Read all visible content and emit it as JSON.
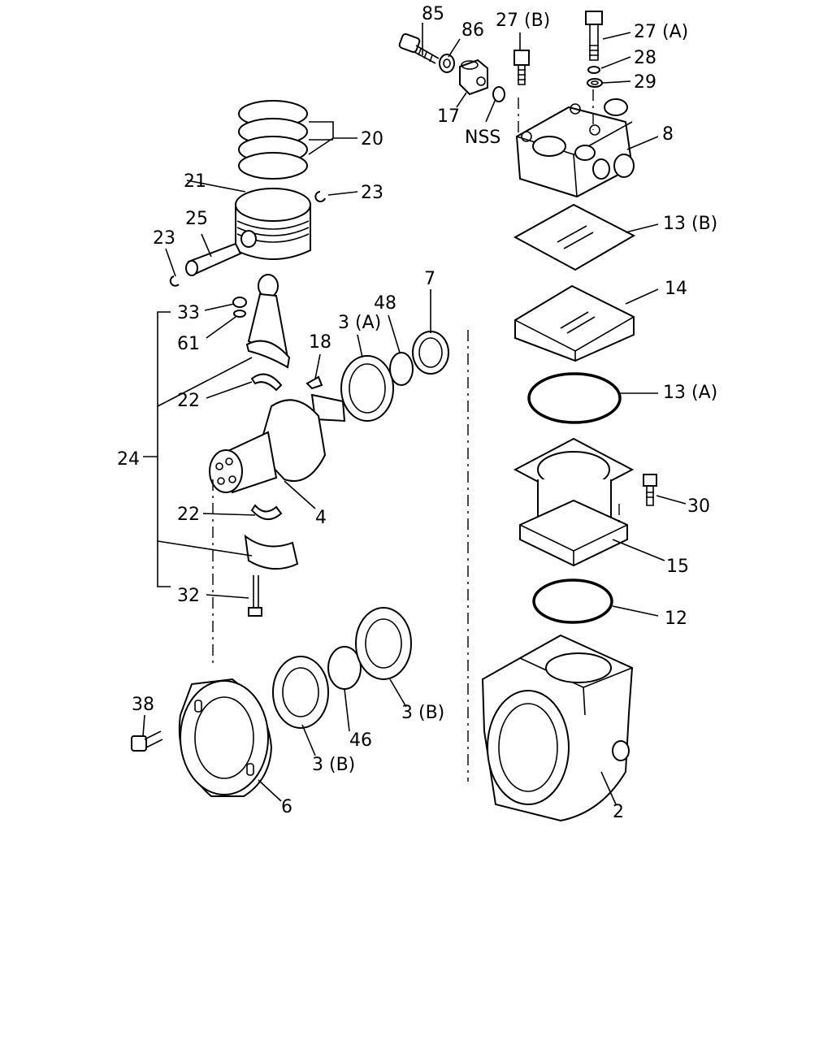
{
  "labels": {
    "l85": "85",
    "l86": "86",
    "l27b": "27 (B)",
    "l27a": "27 (A)",
    "l28": "28",
    "l29": "29",
    "l17": "17",
    "lnss": "NSS",
    "l8": "8",
    "l20": "20",
    "l21": "21",
    "l23a": "23",
    "l25": "25",
    "l23b": "23",
    "l13b": "13 (B)",
    "l14": "14",
    "l13a": "13 (A)",
    "l33": "33",
    "l61": "61",
    "l18": "18",
    "l3a": "3 (A)",
    "l48": "48",
    "l7": "7",
    "l22a": "22",
    "l24": "24",
    "l22b": "22",
    "l4": "4",
    "l30": "30",
    "l15": "15",
    "l12": "12",
    "l32": "32",
    "l38": "38",
    "l46": "46",
    "l3b1": "3 (B)",
    "l3b2": "3 (B)",
    "l6": "6",
    "l2": "2"
  }
}
